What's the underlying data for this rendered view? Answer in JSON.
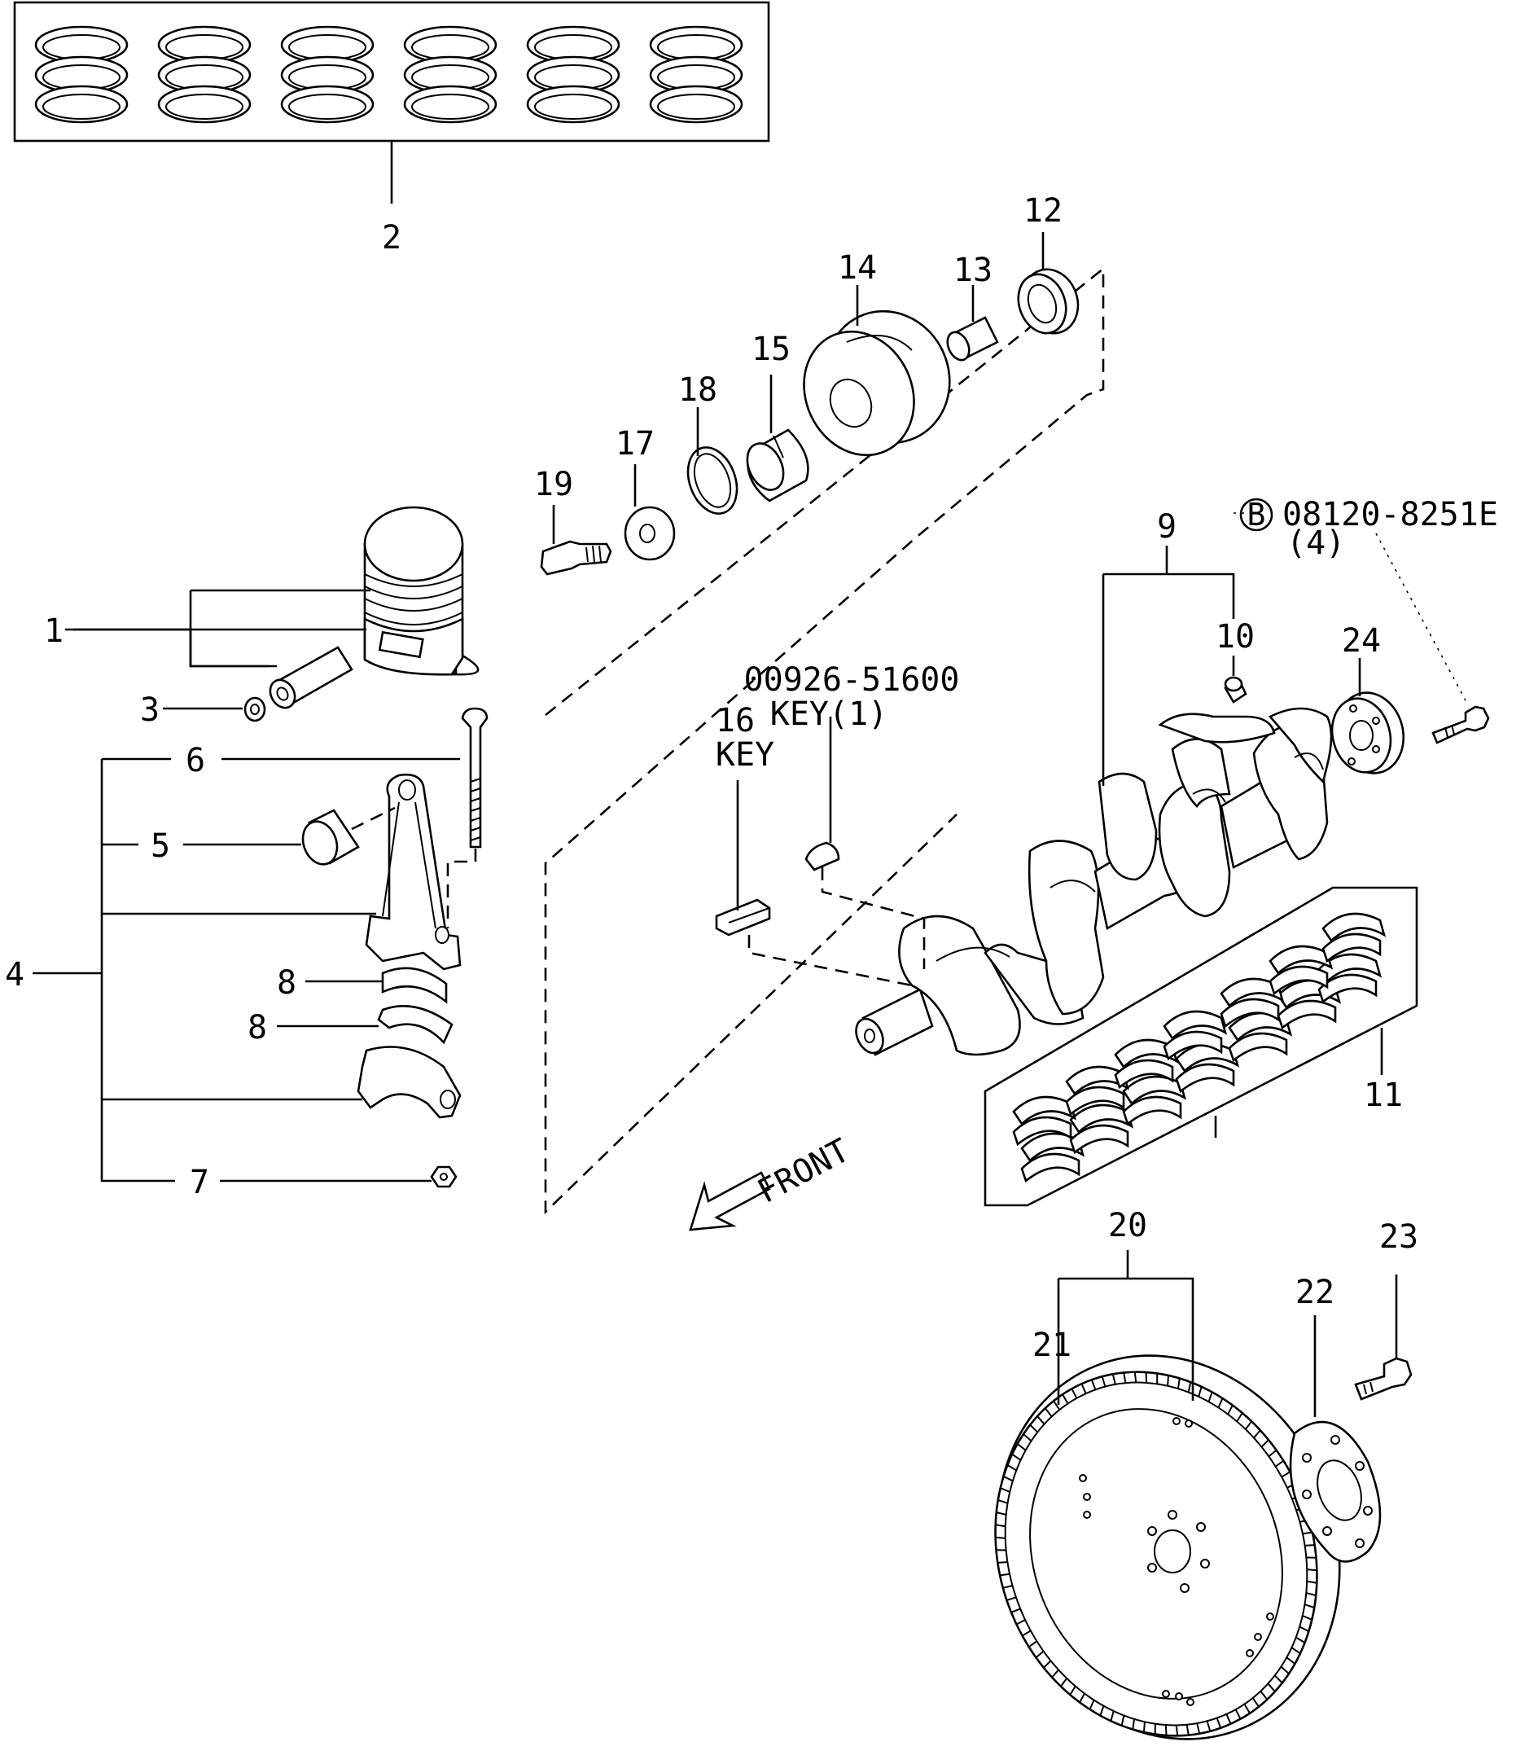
{
  "callouts": {
    "c1": "1",
    "c2": "2",
    "c3": "3",
    "c4": "4",
    "c5": "5",
    "c6": "6",
    "c7": "7",
    "c8a": "8",
    "c8b": "8",
    "c9": "9",
    "c10": "10",
    "c11": "11",
    "c12": "12",
    "c13": "13",
    "c14": "14",
    "c15": "15",
    "c16": "16",
    "c17": "17",
    "c18": "18",
    "c19": "19",
    "c20": "20",
    "c21": "21",
    "c22": "22",
    "c23": "23",
    "c24": "24"
  },
  "notes": {
    "key16": "KEY",
    "key_part_number": "00926-51600",
    "key_qty": "KEY(1)",
    "bolt_ref_letter": "B",
    "bolt_part_number": "08120-8251E",
    "bolt_qty": "(4)",
    "front_label": "FRONT"
  },
  "icons": [
    "piston-ring-set",
    "piston",
    "piston-pin",
    "snap-ring",
    "connecting-rod",
    "bushing",
    "rod-bolt",
    "rod-nut",
    "bearing-shell",
    "crankshaft",
    "pilot-bushing",
    "main-bearing-set",
    "timing-gear",
    "pulley",
    "washer",
    "bolt",
    "flywheel",
    "ring-gear",
    "plate",
    "front-arrow"
  ]
}
